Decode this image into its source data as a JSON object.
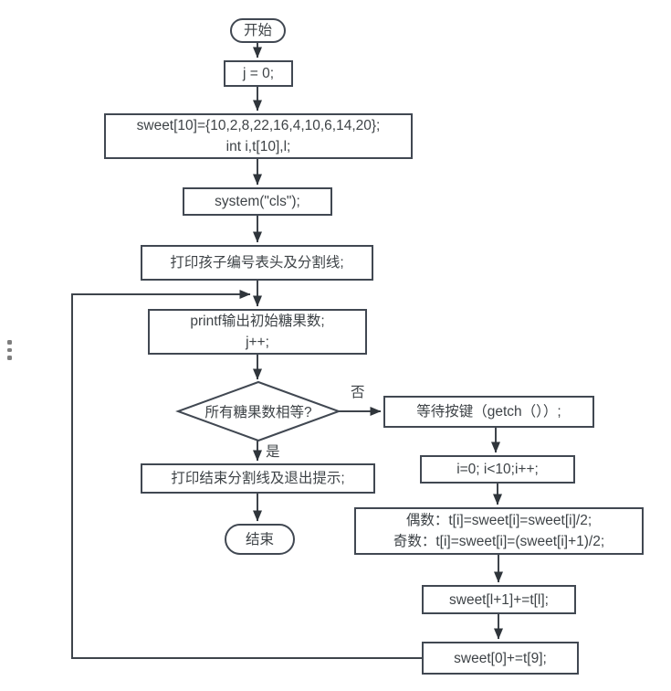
{
  "palette": {
    "background": "#ffffff",
    "line": "#3e444b",
    "arrow": "#2f353b",
    "node_border": "#414852",
    "text": "#3e4347",
    "handle_dot": "#7e7e7e"
  },
  "block_handle": {
    "tooltip": "drag-handle"
  },
  "flowchart": {
    "nodes": {
      "start": {
        "label": "开始"
      },
      "init_j": {
        "label": "j = 0;"
      },
      "init_array": {
        "label": "sweet[10]={10,2,8,22,16,4,10,6,14,20};\nint i,t[10],l;"
      },
      "clear_screen": {
        "label": "system(\"cls\");"
      },
      "print_header": {
        "label": "打印孩子编号表头及分割线;"
      },
      "print_initial": {
        "label": "printf输出初始糖果数;\nj++;"
      },
      "decision": {
        "label": "所有糖果数相等?"
      },
      "wait_key": {
        "label": "等待按键（getch（））;"
      },
      "loop_for": {
        "label": "i=0; i<10;i++;"
      },
      "halve_rule": {
        "label": "偶数：t[i]=sweet[i]=sweet[i]/2;\n奇数：t[i]=sweet[i]=(sweet[i]+1)/2;"
      },
      "pass_right": {
        "label": "sweet[l+1]+=t[l];"
      },
      "pass_wrap": {
        "label": "sweet[0]+=t[9];"
      },
      "print_end": {
        "label": "打印结束分割线及退出提示;"
      },
      "end": {
        "label": "结束"
      }
    },
    "edge_labels": {
      "no": "否",
      "yes": "是"
    }
  }
}
